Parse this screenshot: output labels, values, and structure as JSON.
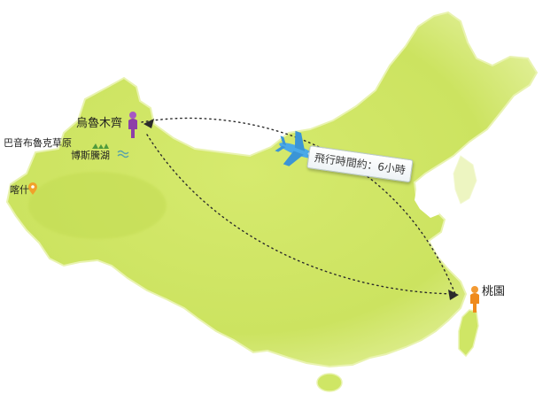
{
  "colors": {
    "land": "#cfe665",
    "land_edge": "#e7f2a3",
    "route": "#2b2b2b",
    "start_pin": "#8e3fa8",
    "end_pin": "#ef8a1c",
    "plane": "#4aa9e8",
    "tarim_basin": "#bcd84a"
  },
  "cities": {
    "start": {
      "name": "烏魯木齊",
      "icon": "person-pin-purple-icon"
    },
    "end": {
      "name": "桃園",
      "icon": "person-pin-orange-icon"
    },
    "kashgar": {
      "name": "喀什",
      "icon": "location-pin-orange-icon"
    }
  },
  "attractions": [
    {
      "name": "巴音布魯克草原",
      "icon": "grassland-icon"
    },
    {
      "name": "博斯騰湖",
      "icon": "lake-wave-icon"
    }
  ],
  "flight": {
    "label": "飛行時間約：6小時",
    "icon": "airplane-icon"
  }
}
